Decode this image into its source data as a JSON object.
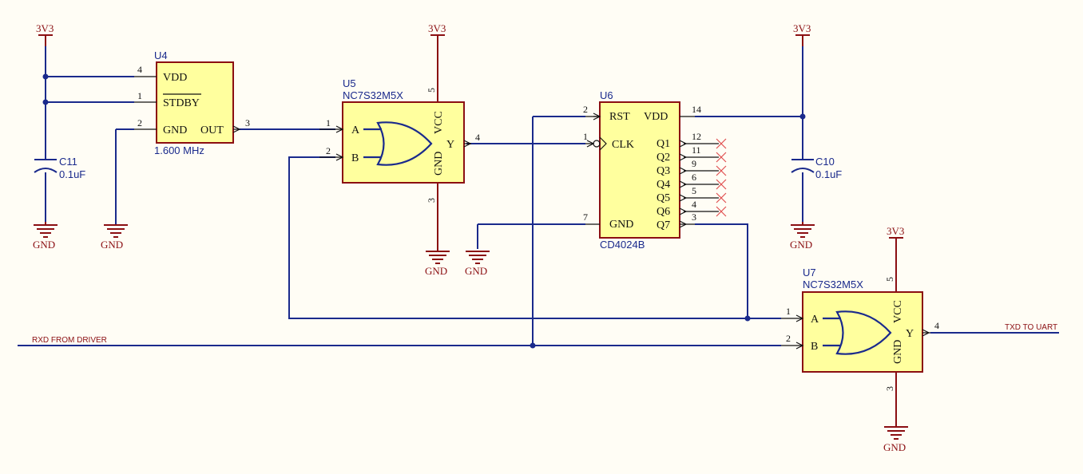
{
  "power": {
    "vcc": "3V3",
    "gnd": "GND"
  },
  "components": {
    "u4": {
      "ref": "U4",
      "value": "1.600 MHz",
      "pins": {
        "vdd": "VDD",
        "stdby": "STDBY",
        "gnd": "GND",
        "out": "OUT"
      },
      "pin_numbers": {
        "vdd": "4",
        "stdby": "1",
        "gnd": "2",
        "out": "3"
      }
    },
    "u5": {
      "ref": "U5",
      "part": "NC7S32M5X",
      "pins": {
        "a": "A",
        "b": "B",
        "y": "Y",
        "vcc": "VCC",
        "gnd": "GND"
      },
      "pin_numbers": {
        "a": "1",
        "b": "2",
        "y": "4",
        "vcc": "5",
        "gnd": "3"
      }
    },
    "u6": {
      "ref": "U6",
      "part": "CD4024B",
      "pins": {
        "rst": "RST",
        "clk": "CLK",
        "gnd": "GND",
        "vdd": "VDD",
        "q1": "Q1",
        "q2": "Q2",
        "q3": "Q3",
        "q4": "Q4",
        "q5": "Q5",
        "q6": "Q6",
        "q7": "Q7"
      },
      "pin_numbers": {
        "rst": "2",
        "clk": "1",
        "gnd": "7",
        "vdd": "14",
        "q1": "12",
        "q2": "11",
        "q3": "9",
        "q4": "6",
        "q5": "5",
        "q6": "4",
        "q7": "3"
      }
    },
    "u7": {
      "ref": "U7",
      "part": "NC7S32M5X",
      "pins": {
        "a": "A",
        "b": "B",
        "y": "Y",
        "vcc": "VCC",
        "gnd": "GND"
      },
      "pin_numbers": {
        "a": "1",
        "b": "2",
        "y": "4",
        "vcc": "5",
        "gnd": "3"
      }
    },
    "c10": {
      "ref": "C10",
      "value": "0.1uF"
    },
    "c11": {
      "ref": "C11",
      "value": "0.1uF"
    }
  },
  "nets": {
    "rxd": "RXD FROM DRIVER",
    "txd": "TXD TO UART"
  },
  "colors": {
    "wire": "#1a2a8c",
    "power": "#8b0f12",
    "body": "#ffff9e",
    "background": "#fffdf5",
    "no_connect": "#e05050"
  }
}
